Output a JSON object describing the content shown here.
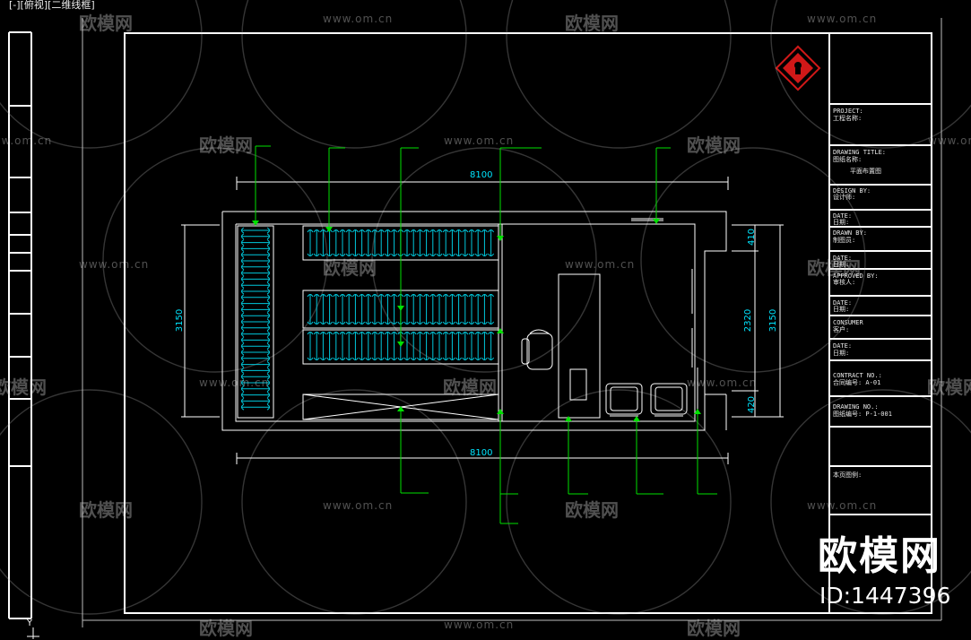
{
  "viewport": {
    "label": "[-][俯视][二维线框]"
  },
  "watermarks": {
    "brand_text": "欧模网",
    "url_text": "www.om.cn"
  },
  "brand": {
    "name": "欧模网",
    "id": "ID:1447396"
  },
  "title_block": {
    "project": "PROJECT:",
    "project_cn": "工程名称:",
    "drawing_title": "DRAWING TITLE:",
    "drawing_title_cn": "图纸名称:",
    "drawing_title_value": "平面布置图",
    "design_by": "DESIGN BY:",
    "design_by_cn": "设计师:",
    "date1": "DATE:",
    "date1_cn": "日期:",
    "drawn_by": "DRAWN BY:",
    "drawn_by_cn": "制图员:",
    "date2": "DATE:",
    "date2_cn": "日期:",
    "approved_by": "APPROVED BY:",
    "approved_by_cn": "审核人:",
    "date3": "DATE:",
    "date3_cn": "日期:",
    "consumer": "CONSUMER",
    "consumer_cn": "客户:",
    "date4": "DATE:",
    "date4_cn": "日期:",
    "contract_no": "CONTRACT NO.:",
    "contract_no_cn": "合同编号: A-01",
    "drawing_no": "DRAWING NO.:",
    "drawing_no_cn": "图纸编号: P-1-001",
    "legend": "本页图例:"
  },
  "dimensions": {
    "top_width": "8100",
    "bottom_width": "8100",
    "left_height": "3150",
    "right_total": "3150",
    "right_top": "410",
    "right_mid": "2320",
    "right_bottom": "420"
  },
  "ucs": {
    "label": "Y"
  },
  "colors": {
    "line_white": "#ffffff",
    "leader_green": "#00e000",
    "rack_cyan": "#00c8dc",
    "logo_red": "#d01818"
  }
}
